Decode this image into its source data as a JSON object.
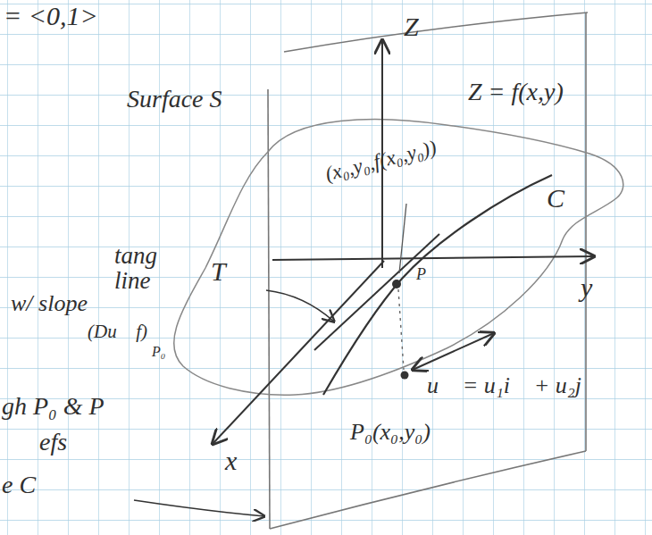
{
  "diagram": {
    "labels": [
      "= <0,1>",
      "Z",
      "Surface S",
      "Z = f(x,y)",
      "(x₀,y₀,f(x₀,y₀))",
      "C",
      "tang line",
      "T",
      "P",
      "y",
      "w/ slope",
      "(Du⃗ f)",
      "P₀",
      "gh P₀ & P",
      "efs",
      "e C",
      "x",
      "u⃗ = u₁i⃗ + u₂j⃗",
      "P₀(x₀,y₀)"
    ]
  }
}
